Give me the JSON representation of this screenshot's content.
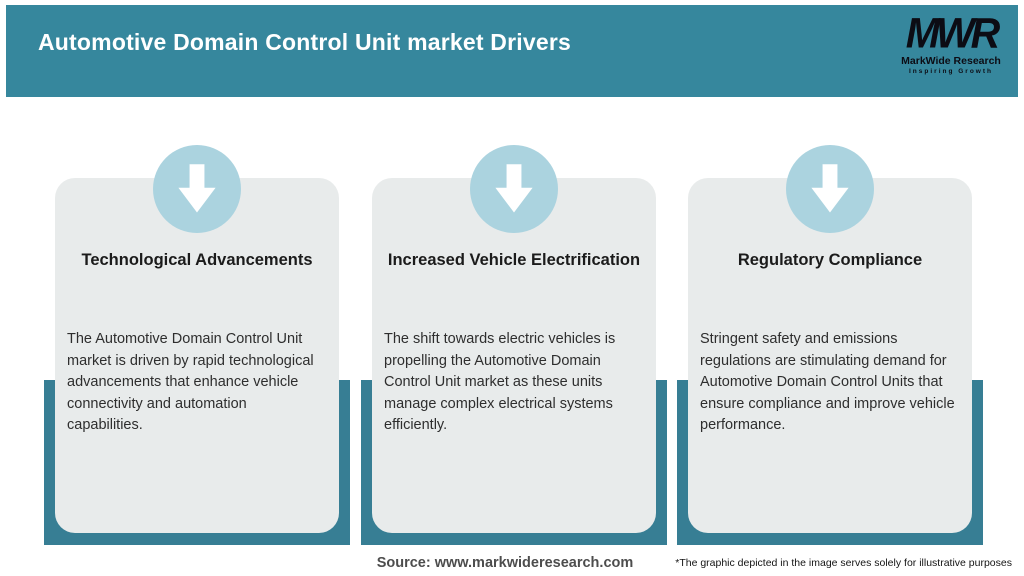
{
  "header": {
    "title": "Automotive Domain Control Unit market Drivers",
    "logo": {
      "monogram": "MWR",
      "name": "MarkWide Research",
      "tagline": "Inspiring Growth"
    }
  },
  "cards": [
    {
      "icon": "down-arrow-icon",
      "title": "Technological Advancements",
      "description": "The Automotive Domain Control Unit market is driven by rapid technological advancements that enhance vehicle connectivity and automation capabilities."
    },
    {
      "icon": "down-arrow-icon",
      "title": "Increased Vehicle Electrification",
      "description": "The shift towards electric vehicles is propelling the Automotive Domain Control Unit market as these units manage complex electrical systems efficiently."
    },
    {
      "icon": "down-arrow-icon",
      "title": "Regulatory Compliance",
      "description": "Stringent safety and emissions regulations are stimulating demand for Automotive Domain Control Units that ensure compliance and improve vehicle performance."
    }
  ],
  "footer": {
    "source": "Source: www.markwideresearch.com",
    "disclaimer": "*The graphic depicted in the image serves solely for illustrative purposes"
  },
  "colors": {
    "header_teal": "#36879D",
    "backing_teal": "#377E94",
    "card_gray": "#E8EBEB",
    "circle_blue": "#ABD3DF",
    "arrow_white": "#FFFFFF",
    "title_white": "#FFFFFF",
    "text_dark": "#2E2E2E"
  }
}
